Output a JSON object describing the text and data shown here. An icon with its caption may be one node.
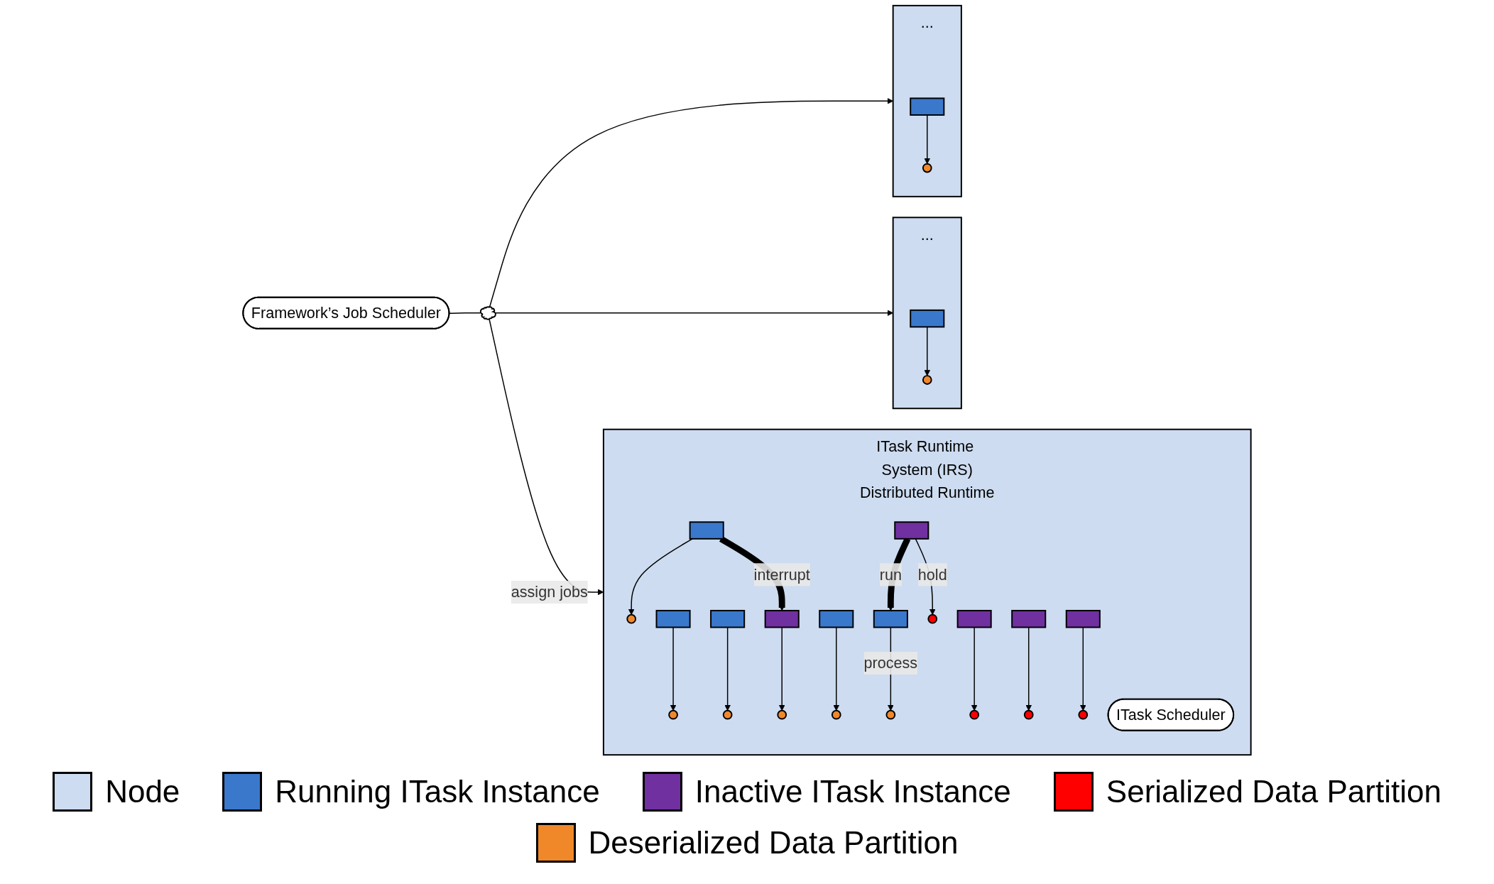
{
  "diagram": {
    "nodes": [
      {
        "text": [
          "..."
        ]
      },
      {
        "text": [],
        "shape": "box",
        "in": 0
      },
      {
        "text": [],
        "shape": "circle",
        "in": 0
      },
      {
        "text": [
          "Framework’s Job Scheduler"
        ]
      },
      {
        "text": [],
        "shape": "cloud"
      },
      {
        "text": [
          "..."
        ]
      },
      {
        "text": [],
        "shape": "box",
        "in": 5
      },
      {
        "text": [],
        "shape": "circle",
        "in": 5
      },
      {
        "text": [
          "ITask Runtime System (IRS)",
          "Distributed Runtime"
        ]
      },
      {
        "text": [],
        "shape": "circle",
        "in": 8
      },
      {
        "text": [],
        "shape": "circle",
        "in": 8
      },
      {
        "text": [],
        "shape": "circle",
        "in": 8
      },
      {
        "text": [],
        "shape": "circle",
        "in": 8
      },
      {
        "text": [],
        "shape": "circle",
        "in": 8
      },
      {
        "text": [],
        "shape": "box",
        "in": 8
      },
      {
        "text": [],
        "shape": "box",
        "in": 8
      },
      {
        "text": [],
        "shape": "box",
        "in": 8
      },
      {
        "text": [],
        "shape": "box",
        "in": 8
      },
      {
        "text": [],
        "shape": "box",
        "in": 8
      },
      {
        "text": [
          "ITask Scheduler"
        ],
        "in": 8
      },
      {
        "text": [],
        "shape": "box",
        "in": 8
      },
      {
        "text": [],
        "shape": "box",
        "in": 8
      },
      {
        "text": [],
        "shape": "box",
        "in": 8
      },
      {
        "text": [],
        "shape": "box",
        "in": 8
      },
      {
        "text": [],
        "shape": "box",
        "in": 8
      },
      {
        "text": [],
        "shape": "circle",
        "in": 8
      },
      {
        "text": [],
        "shape": "circle",
        "in": 8
      },
      {
        "text": [],
        "shape": "circle",
        "in": 8
      },
      {
        "text": [],
        "shape": "circle",
        "in": 8
      },
      {
        "text": [],
        "shape": "circle",
        "in": 8
      }
    ],
    "edges": [
      {
        "from": 1,
        "to": 2,
        "arrow": "to"
      },
      {
        "from": 3,
        "to": 4,
        "arrow": "none"
      },
      {
        "from": 4,
        "to": 0,
        "arrow": "to"
      },
      {
        "from": 4,
        "to": 5,
        "arrow": "to"
      },
      {
        "from": 6,
        "to": 7,
        "arrow": "to"
      },
      {
        "from": 4,
        "to": 8,
        "label": "assign jobs",
        "arrow": "to"
      },
      {
        "from": 14,
        "to": 9,
        "label": "process",
        "arrow": "to"
      },
      {
        "from": 15,
        "to": 10,
        "arrow": "to"
      },
      {
        "from": 16,
        "to": 11,
        "arrow": "to"
      },
      {
        "from": 17,
        "to": 12,
        "arrow": "to"
      },
      {
        "from": 18,
        "to": 13,
        "arrow": "to"
      },
      {
        "from": 20,
        "to": 14,
        "label": "run",
        "arrow": "to",
        "style": "thick"
      },
      {
        "from": 17,
        "to": 23,
        "label": "interrupt",
        "arrow": "to",
        "style": "thick"
      },
      {
        "from": 20,
        "to": 25,
        "label": "hold",
        "arrow": "to"
      },
      {
        "from": 21,
        "to": 26,
        "arrow": "to"
      },
      {
        "from": 22,
        "to": 27,
        "arrow": "to"
      },
      {
        "from": 23,
        "to": 28,
        "arrow": "to"
      },
      {
        "from": 24,
        "to": 29,
        "arrow": "to"
      }
    ],
    "legend": [
      {
        "text": "Node",
        "color": "#cddcf0"
      },
      {
        "text": "Running ITask Instance",
        "color": "#3a78cc"
      },
      {
        "text": "Inactive ITask Instance",
        "color": "#7030a0"
      },
      {
        "text": "Serialized Data Partition",
        "color": "#ff0000"
      },
      {
        "text": "Deserialized Data Partition",
        "color": "#f0882a"
      }
    ]
  }
}
